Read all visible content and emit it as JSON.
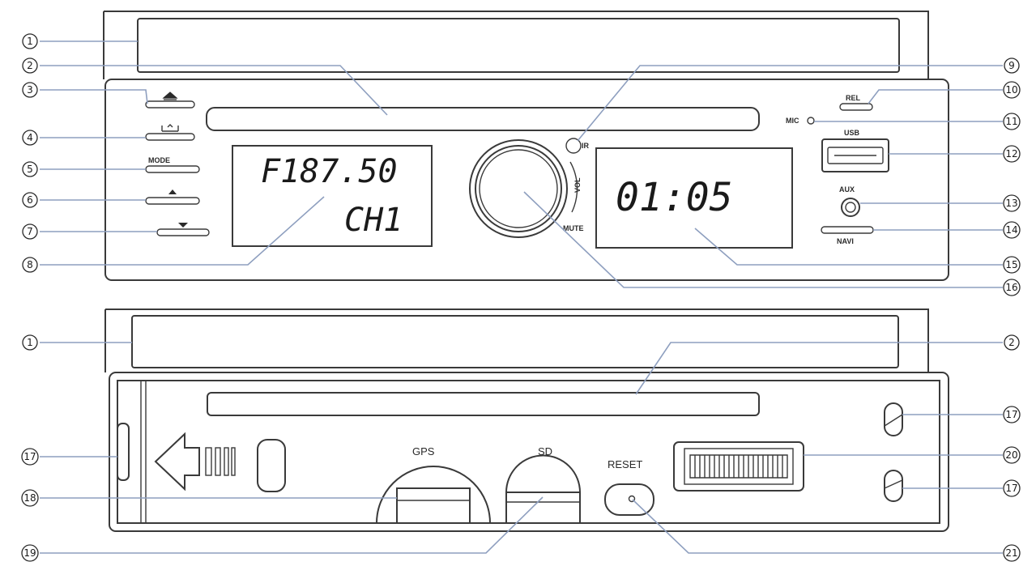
{
  "front_panel": {
    "lcd_left_line1": "F187.50",
    "lcd_left_line2": "CH1",
    "lcd_right": "01:05",
    "mode_label": "MODE",
    "rel_label": "REL",
    "mic_label": "MIC",
    "ir_label": "IR",
    "usb_label": "USB",
    "aux_label": "AUX",
    "navi_label": "NAVI",
    "vol_label": "VOL",
    "mute_label": "MUTE",
    "callouts": [
      "1",
      "2",
      "3",
      "4",
      "5",
      "6",
      "7",
      "8",
      "9",
      "10",
      "11",
      "12",
      "13",
      "14",
      "15",
      "16"
    ]
  },
  "back_panel": {
    "gps_label": "GPS",
    "sd_label": "SD",
    "reset_label": "RESET",
    "callouts_left": [
      "1",
      "17",
      "18",
      "19"
    ],
    "callouts_right": [
      "2",
      "17",
      "20",
      "17",
      "21"
    ]
  },
  "icons": [
    "eject-icon",
    "band-icon",
    "up-arrow-icon",
    "down-arrow-icon",
    "release-arrow-icon",
    "power-icon"
  ]
}
